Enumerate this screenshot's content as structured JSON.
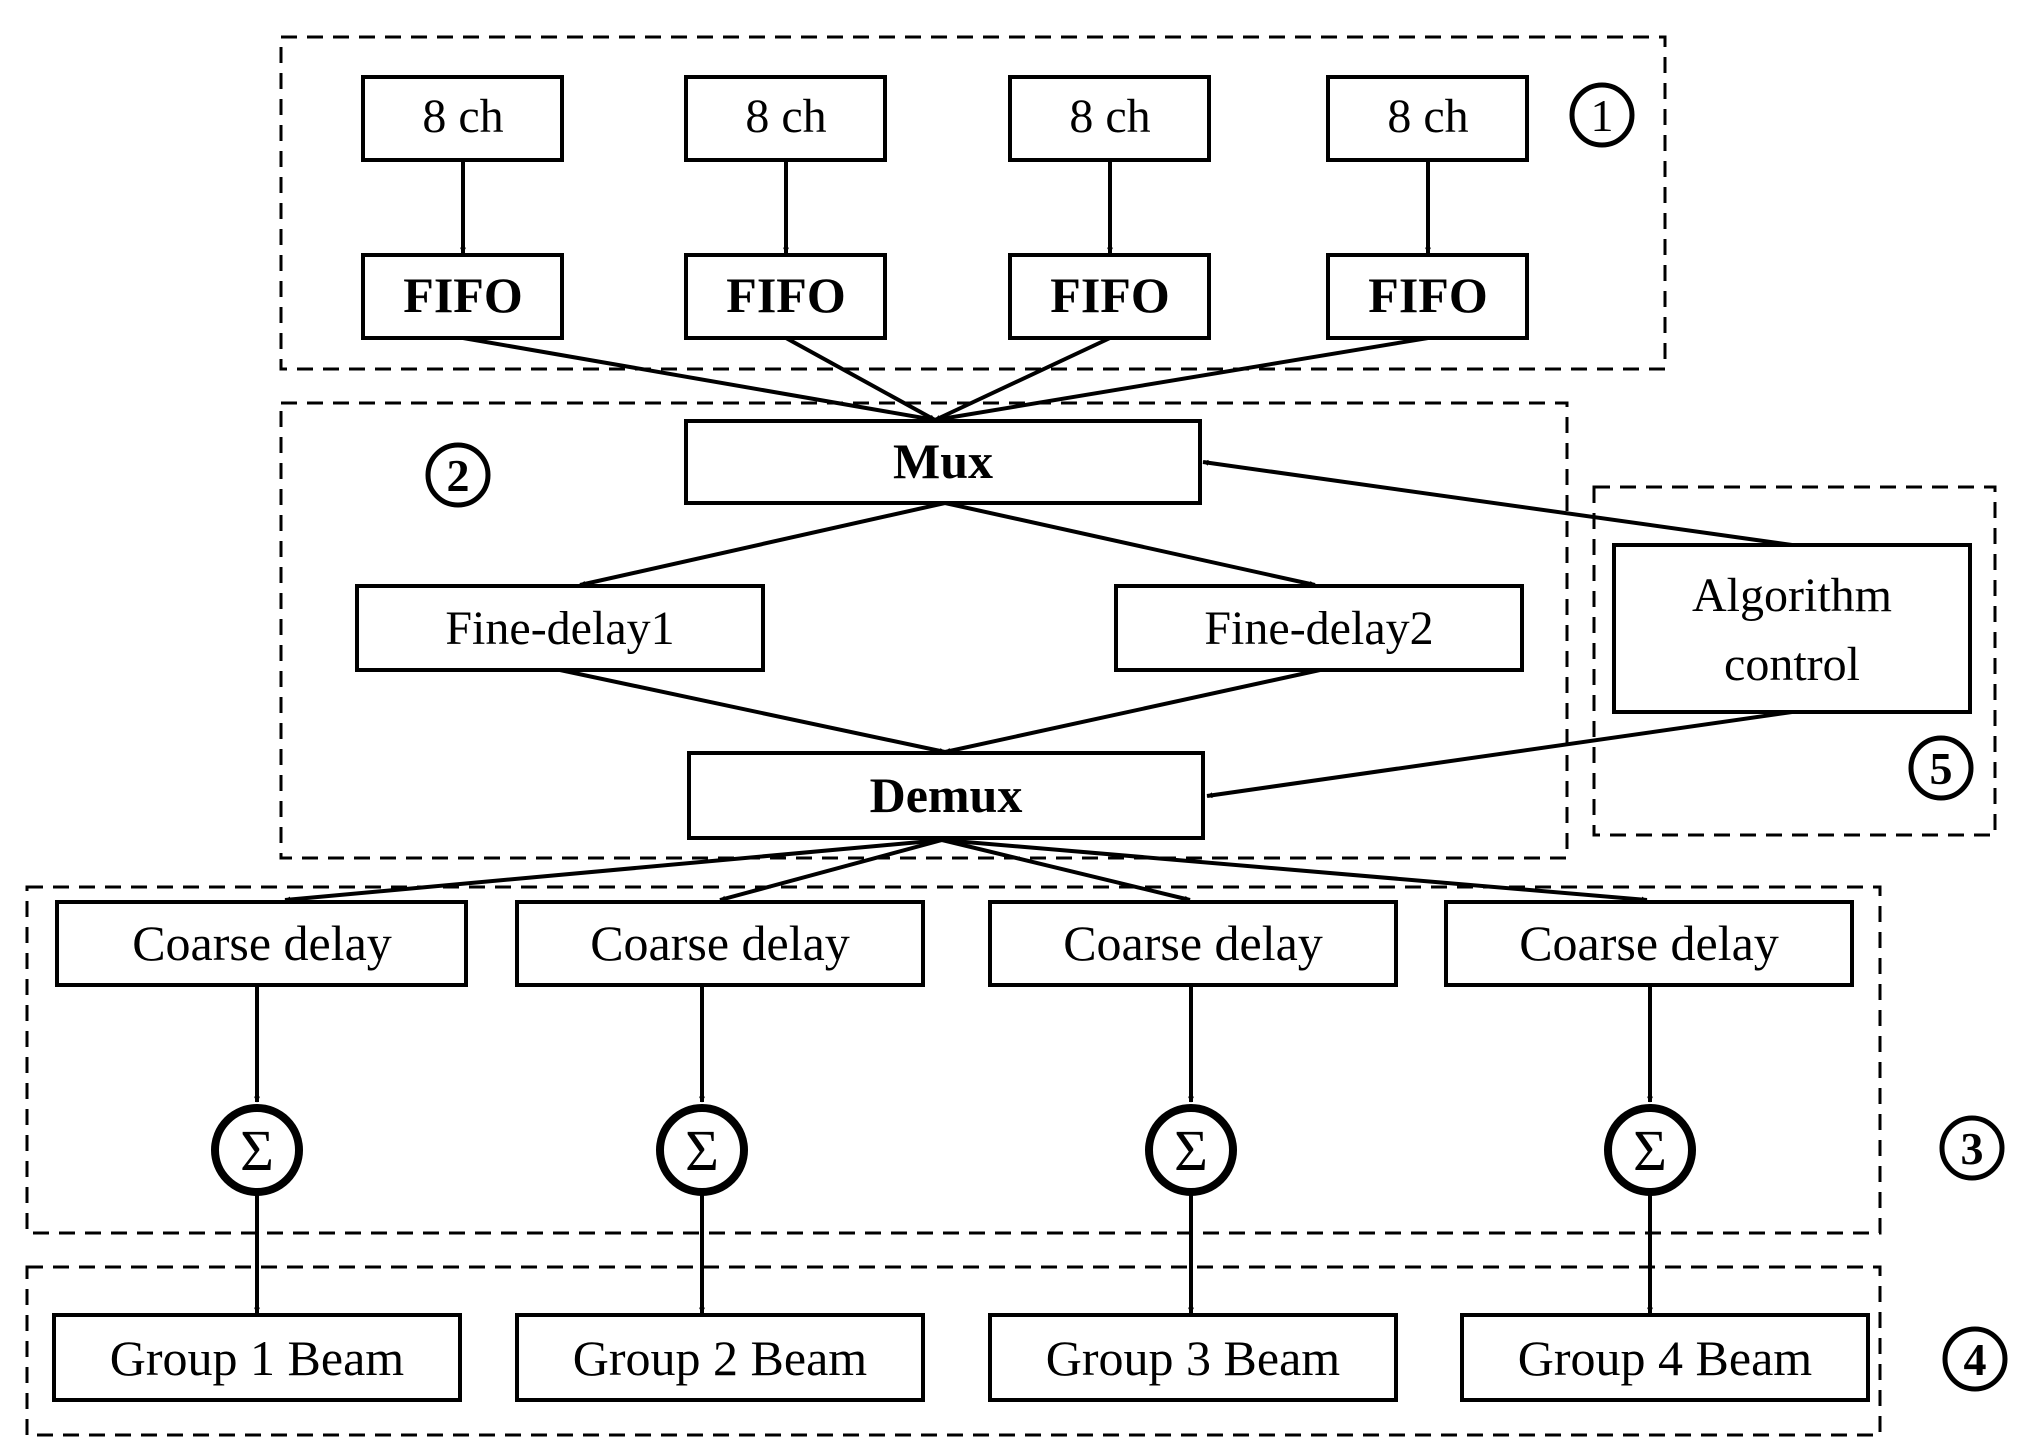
{
  "inputs": {
    "channels": [
      "8 ch",
      "8 ch",
      "8 ch",
      "8 ch"
    ],
    "fifos": [
      "FIFO",
      "FIFO",
      "FIFO",
      "FIFO"
    ]
  },
  "mux": "Mux",
  "fine_delays": [
    "Fine-delay1",
    "Fine-delay2"
  ],
  "demux": "Demux",
  "control": {
    "line1": "Algorithm",
    "line2": "control"
  },
  "coarse_delays": [
    "Coarse delay",
    "Coarse delay",
    "Coarse delay",
    "Coarse delay"
  ],
  "sum_symbol": "Σ",
  "beams": [
    "Group 1 Beam",
    "Group 2 Beam",
    "Group 3 Beam",
    "Group 4 Beam"
  ],
  "region_markers": [
    "1",
    "2",
    "3",
    "4",
    "5"
  ]
}
